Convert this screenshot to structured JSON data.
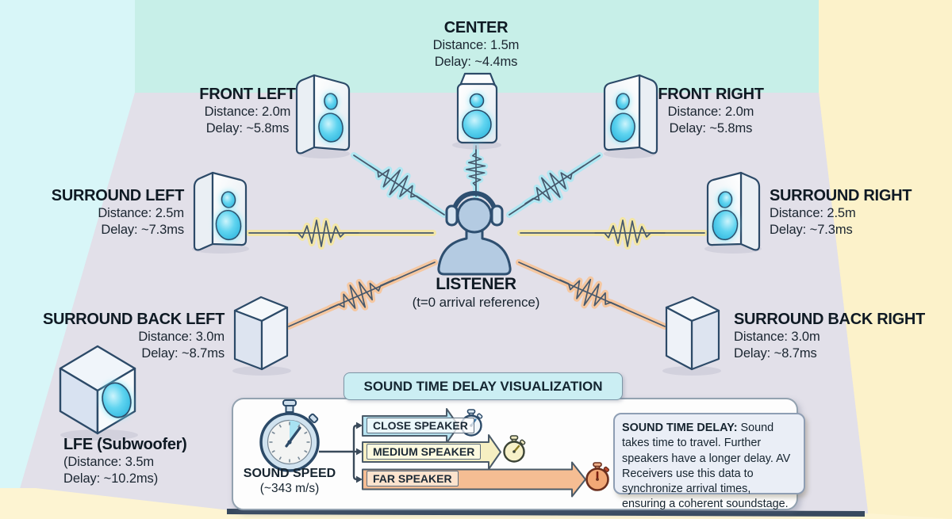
{
  "speakers": {
    "center": {
      "name": "CENTER",
      "line1": "Distance: 1.5m",
      "line2": "Delay: ~4.4ms"
    },
    "front_left": {
      "name": "FRONT LEFT",
      "line1": "Distance: 2.0m",
      "line2": "Delay: ~5.8ms"
    },
    "front_right": {
      "name": "FRONT RIGHT",
      "line1": "Distance: 2.0m",
      "line2": "Delay: ~5.8ms"
    },
    "surround_left": {
      "name": "SURROUND LEFT",
      "line1": "Distance: 2.5m",
      "line2": "Delay: ~7.3ms"
    },
    "surround_right": {
      "name": "SURROUND RIGHT",
      "line1": "Distance: 2.5m",
      "line2": "Delay: ~7.3ms"
    },
    "back_left": {
      "name": "SURROUND BACK LEFT",
      "line1": "Distance: 3.0m",
      "line2": "Delay: ~8.7ms"
    },
    "back_right": {
      "name": "SURROUND BACK RIGHT",
      "line1": "Distance: 3.0m",
      "line2": "Delay: ~8.7ms"
    },
    "lfe": {
      "name": "LFE (Subwoofer)",
      "line1": "(Distance: 3.5m",
      "line2": "Delay: ~10.2ms)"
    }
  },
  "listener": {
    "name": "LISTENER",
    "reference": "(t=0 arrival reference)"
  },
  "visualization": {
    "title": "SOUND TIME DELAY VISUALIZATION",
    "sound_speed": {
      "label": "SOUND SPEED",
      "value": "(~343 m/s)"
    },
    "bars": [
      {
        "label": "CLOSE SPEAKER",
        "color": "#b7e4f1"
      },
      {
        "label": "MEDIUM SPEAKER",
        "color": "#f6efc2"
      },
      {
        "label": "FAR SPEAKER",
        "color": "#f5bd93"
      }
    ],
    "info": {
      "heading": "SOUND TIME DELAY:",
      "body": " Sound takes time to travel. Further speakers have a longer delay. AV Receivers use this data to synchronize arrival times, ensuring a coherent soundstage."
    }
  },
  "colors": {
    "left_wall": "#d8f6f8",
    "back_wall": "#c7efe8",
    "right_wall": "#fcf2ca",
    "floor": "#e2e0e9",
    "front_strip": "#fdf4d2",
    "front_edge": "#38495e",
    "front_wave": "#aee7f2",
    "side_wave": "#f3e6a2",
    "rear_wave": "#f5c59c",
    "speaker_driver": "#45c9ec",
    "outline": "#2c4a68"
  }
}
